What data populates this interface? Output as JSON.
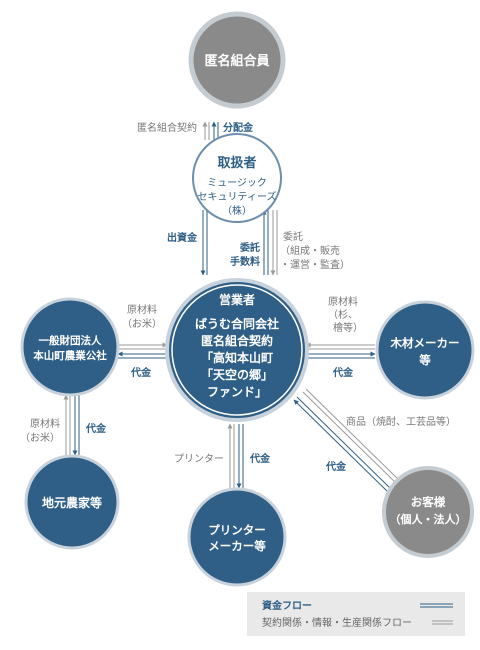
{
  "colors": {
    "blue": "#2f5f86",
    "gray": "#8a8a8a",
    "label_blue": "#2f5f86",
    "label_gray": "#777777",
    "legend_bg": "#e9e9e9"
  },
  "nodes": {
    "tokumei_kumiaiin": {
      "lines": [
        "匿名組合員"
      ]
    },
    "toriatsukaisha": {
      "title": "取扱者",
      "lines": [
        "ミュージック",
        "セキュリティーズ",
        "（株）"
      ]
    },
    "eigyosha": {
      "title": "営業者",
      "lines": [
        "ばうむ合同会社",
        "匿名組合契約",
        "「高知本山町",
        "「天空の郷」",
        "ファンド」"
      ]
    },
    "ippan_zaidan": {
      "lines": [
        "一般財団法人",
        "本山町農業公社"
      ]
    },
    "mokuzai_maker": {
      "lines": [
        "木材メーカー",
        "等"
      ]
    },
    "jimoto_noka": {
      "lines": [
        "地元農家等"
      ]
    },
    "printer_maker": {
      "lines": [
        "プリンター",
        "メーカー等"
      ]
    },
    "okyakusama": {
      "lines": [
        "お客様",
        "（個人・法人）"
      ]
    }
  },
  "labels": {
    "tokumei_keiyaku": "匿名組合契約",
    "bunpaikin": "分配金",
    "shusshikin": "出資金",
    "itaku_tesuryo": [
      "委託",
      "手数料"
    ],
    "itaku_detail": [
      "委託",
      "（組成・販売",
      "・運営・監査）"
    ],
    "genzairyo_okome_top": [
      "原材料",
      "（お米）"
    ],
    "daikin_left": "代金",
    "genzairyo_sugi": [
      "原材料",
      "（杉、",
      "檜等）"
    ],
    "daikin_right": "代金",
    "genzairyo_okome_bottom": [
      "原材料",
      "（お米）"
    ],
    "daikin_bottom_left": "代金",
    "printer_flow": "プリンター",
    "daikin_printer": "代金",
    "shohin": "商品（焼酎、工芸品等）",
    "daikin_customer": "代金"
  },
  "legend": {
    "fund_flow": "資金フロー",
    "contract_flow": "契約関係・情報・生産関係フロー"
  }
}
